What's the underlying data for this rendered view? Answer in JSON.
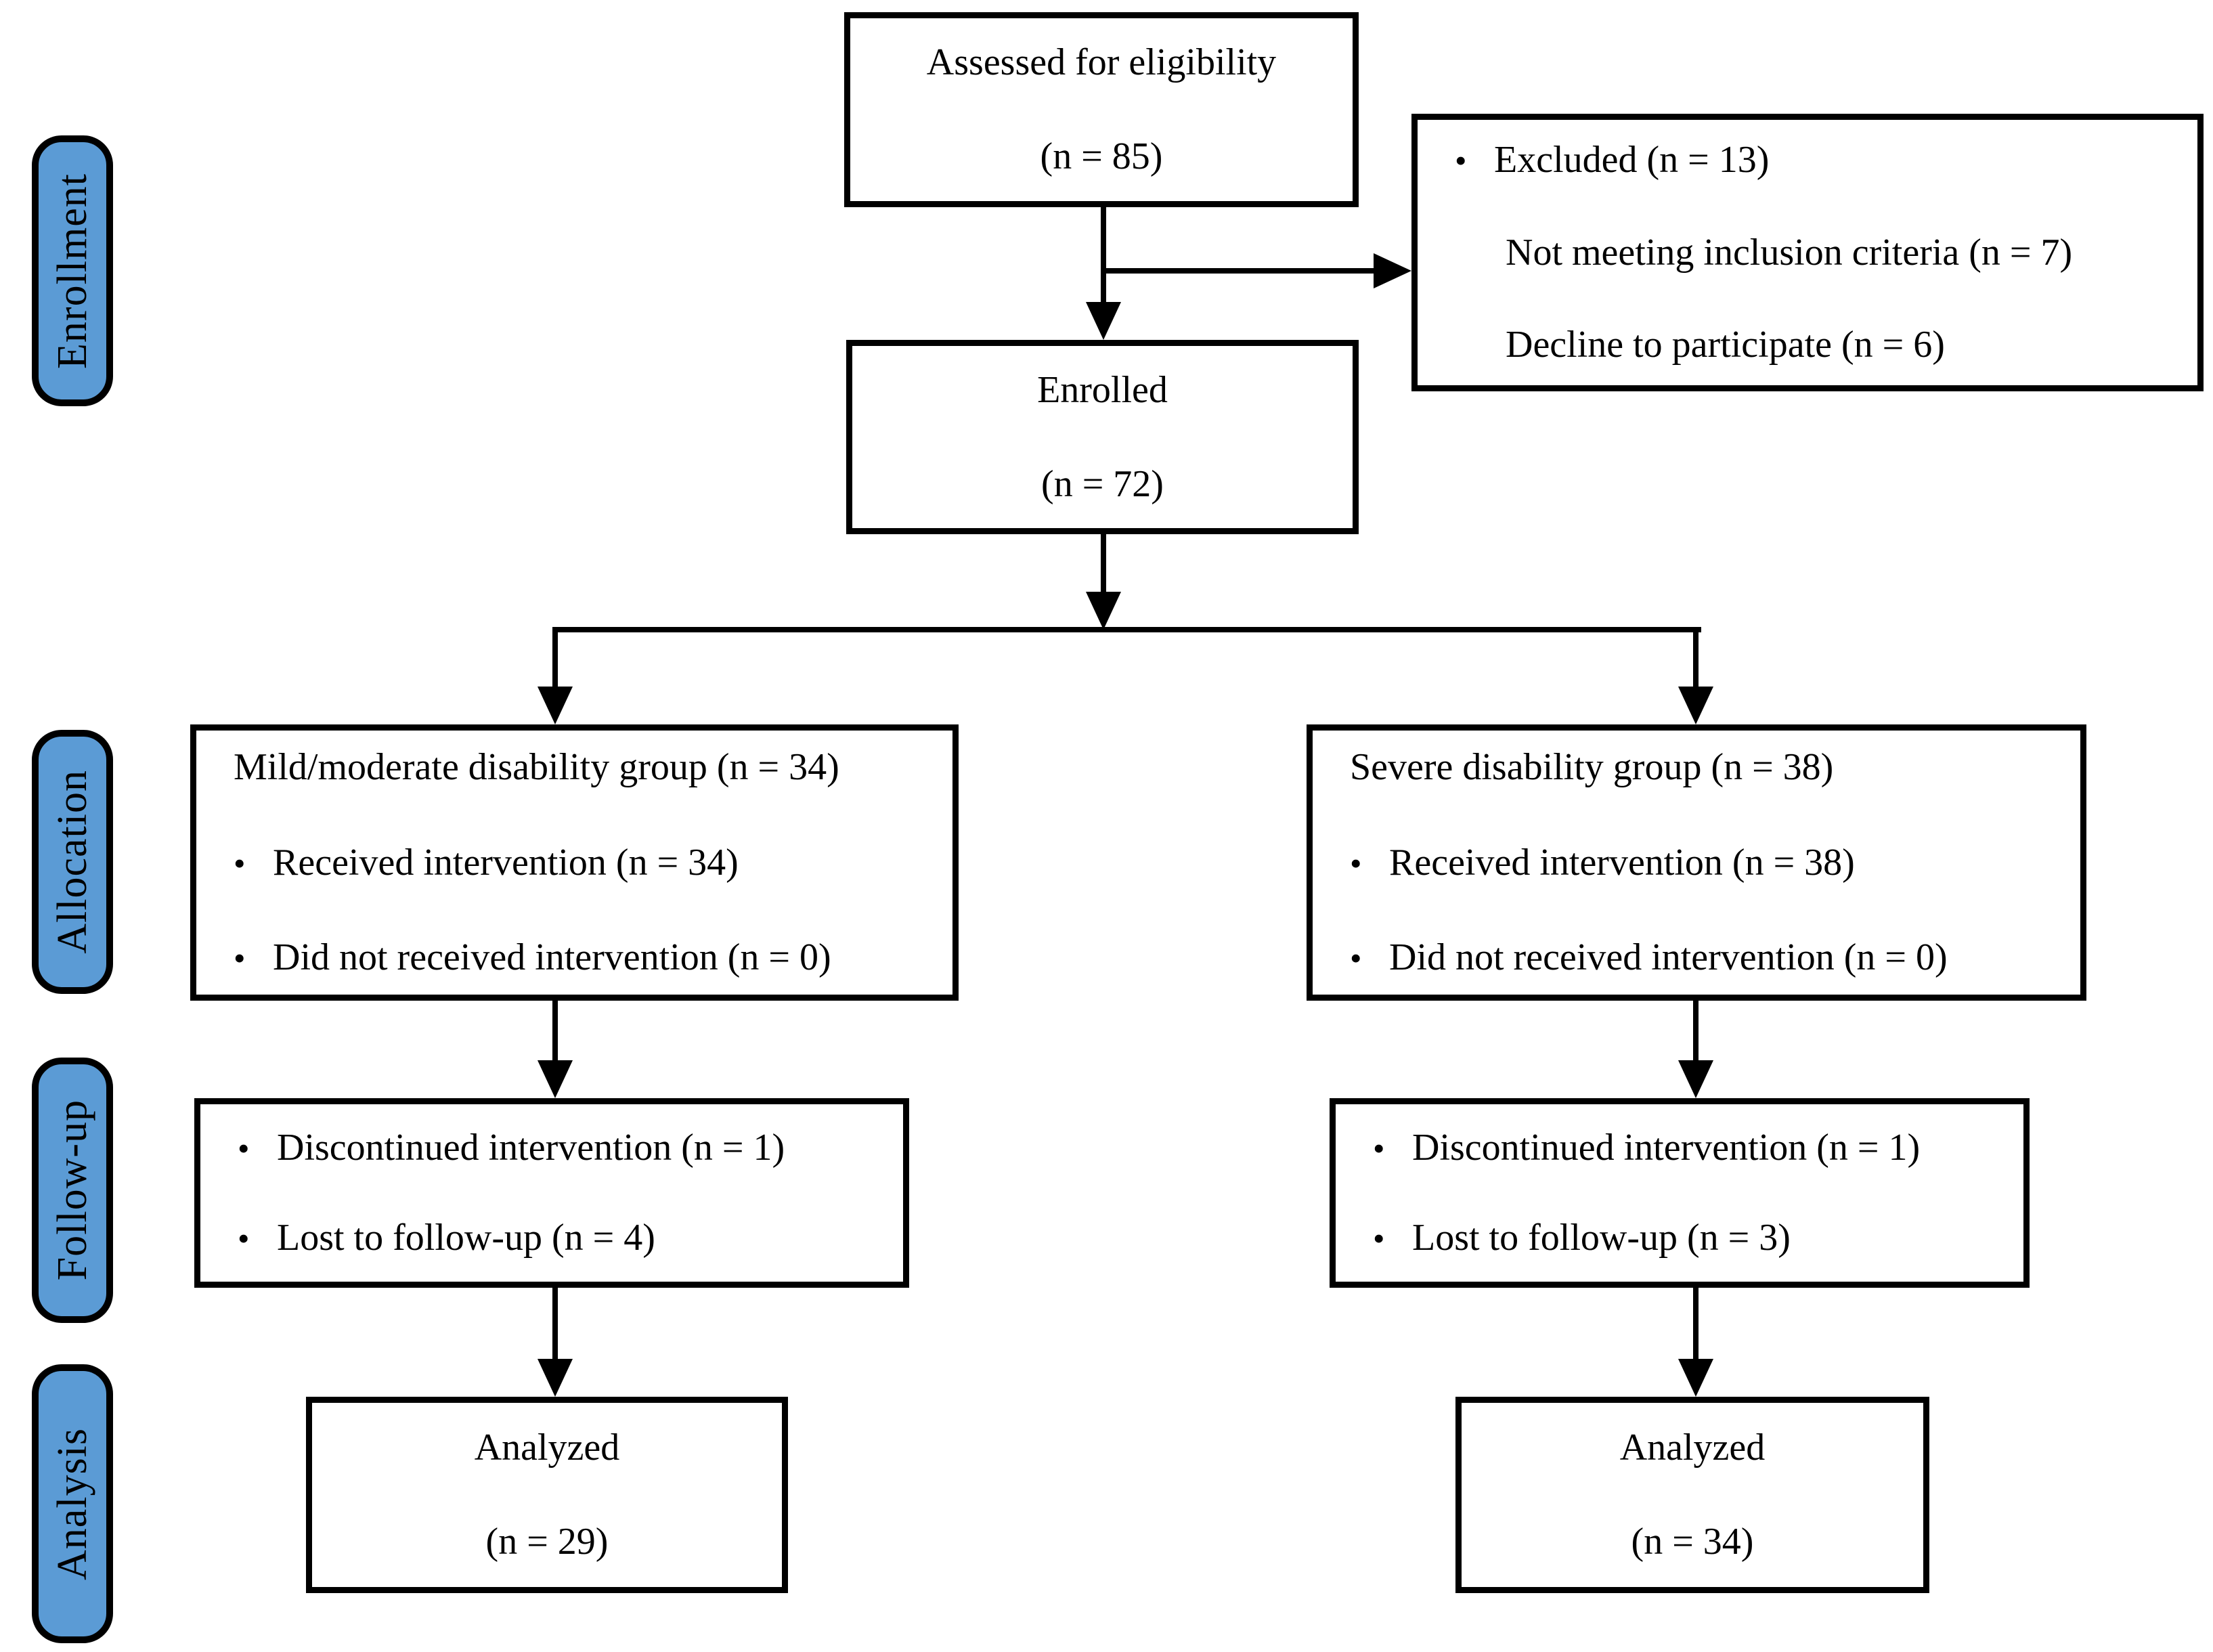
{
  "bullet_char": "•",
  "colors": {
    "stage_fill": "#5b9bd5",
    "line_color": "#000000",
    "box_fill": "#ffffff"
  },
  "stages": [
    {
      "label": "Enrollment"
    },
    {
      "label": "Allocation"
    },
    {
      "label": "Follow-up"
    },
    {
      "label": "Analysis"
    }
  ],
  "boxes": {
    "assessed": {
      "lines": [
        "Assessed for eligibility",
        "(n = 85)"
      ]
    },
    "excluded": {
      "title": "Excluded (n = 13)",
      "items": [
        "Not meeting inclusion criteria (n = 7)",
        "Decline to participate (n = 6)"
      ]
    },
    "enrolled": {
      "lines": [
        "Enrolled",
        "(n = 72)"
      ]
    },
    "allocation_left": {
      "title": "Mild/moderate disability group (n = 34)",
      "bullets": [
        "Received intervention (n = 34)",
        "Did not received intervention (n = 0)"
      ]
    },
    "allocation_right": {
      "title": "Severe disability group (n = 38)",
      "bullets": [
        "Received intervention (n = 38)",
        "Did not received intervention (n = 0)"
      ]
    },
    "followup_left": {
      "bullets": [
        "Discontinued intervention (n = 1)",
        "Lost to follow-up (n = 4)"
      ]
    },
    "followup_right": {
      "bullets": [
        "Discontinued intervention (n = 1)",
        "Lost to follow-up (n = 3)"
      ]
    },
    "analyzed_left": {
      "lines": [
        "Analyzed",
        "(n = 29)"
      ]
    },
    "analyzed_right": {
      "lines": [
        "Analyzed",
        "(n = 34)"
      ]
    }
  }
}
